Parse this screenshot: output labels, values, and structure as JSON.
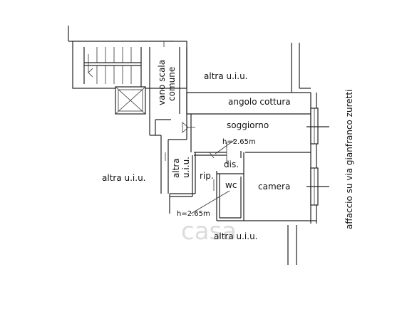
{
  "labels": {
    "vano_scala_line1": "vano scala",
    "vano_scala_line2": "comune",
    "altra_top": "altra u.i.u.",
    "angolo_cottura": "angolo cottura",
    "soggiorno": "soggiorno",
    "height_upper": "h=2.65m",
    "dis": "dis.",
    "altra_center_line1": "altra",
    "altra_center_line2": "u.i.u.",
    "altra_left": "altra u.i.u.",
    "rip": "rip.",
    "wc": "wc",
    "camera": "camera",
    "height_lower": "h=2.65m",
    "altra_bottom": "altra u.i.u.",
    "affaccio": "affaccio su via gianfranco zuretti",
    "watermark": "casa"
  }
}
